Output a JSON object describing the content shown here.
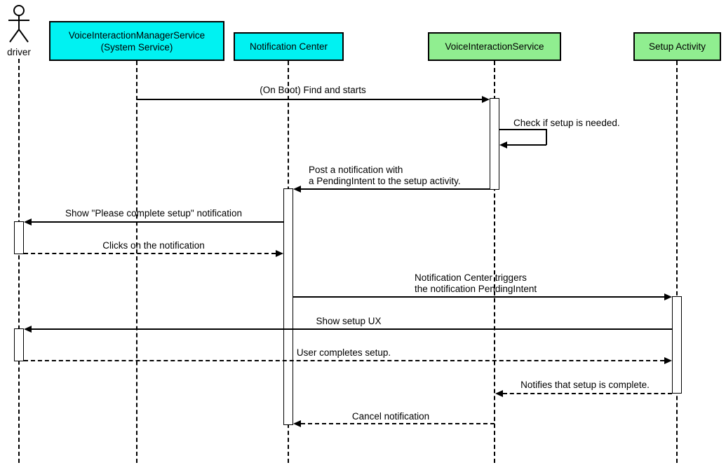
{
  "diagram": {
    "type": "uml-sequence-diagram",
    "actor": {
      "label": "driver"
    },
    "participants": [
      {
        "id": "vims",
        "label": "VoiceInteractionManagerService\n(System Service)",
        "color": "#00F2F2"
      },
      {
        "id": "notification-center",
        "label": "Notification Center",
        "color": "#00F2F2"
      },
      {
        "id": "vis",
        "label": "VoiceInteractionService",
        "color": "#90EE90"
      },
      {
        "id": "setup-activity",
        "label": "Setup Activity",
        "color": "#90EE90"
      }
    ],
    "messages": [
      {
        "text": "(On Boot) Find and starts",
        "from": "vims",
        "to": "vis",
        "style": "solid"
      },
      {
        "text": "Check if setup is needed.",
        "from": "vis",
        "to": "vis",
        "style": "solid-self"
      },
      {
        "text": "Post a notification with\na PendingIntent to the setup activity.",
        "from": "vis",
        "to": "notification-center",
        "style": "solid"
      },
      {
        "text": "Show \"Please complete setup\" notification",
        "from": "notification-center",
        "to": "driver",
        "style": "solid"
      },
      {
        "text": "Clicks on the notification",
        "from": "driver",
        "to": "notification-center",
        "style": "dashed"
      },
      {
        "text": "Notification Center triggers\nthe notification PendingIntent",
        "from": "notification-center",
        "to": "setup-activity",
        "style": "solid"
      },
      {
        "text": "Show setup UX",
        "from": "setup-activity",
        "to": "driver",
        "style": "solid"
      },
      {
        "text": "User completes setup.",
        "from": "driver",
        "to": "setup-activity",
        "style": "dashed"
      },
      {
        "text": "Notifies that setup is complete.",
        "from": "setup-activity",
        "to": "vis",
        "style": "dashed"
      },
      {
        "text": "Cancel notification",
        "from": "vis",
        "to": "notification-center",
        "style": "dashed"
      }
    ],
    "colors": {
      "cyan": "#00F2F2",
      "green": "#90EE90",
      "line": "#000000",
      "background": "#FFFFFF"
    }
  }
}
